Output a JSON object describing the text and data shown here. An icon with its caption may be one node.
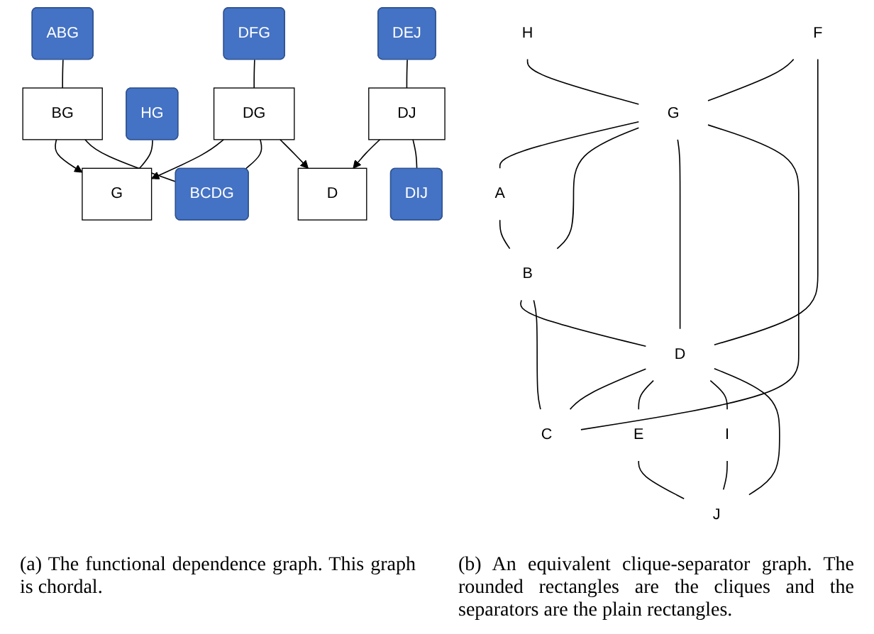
{
  "diagram": {
    "nodes": [
      {
        "text": [
          "H"
        ]
      },
      {
        "text": [
          "A"
        ]
      },
      {
        "text": [
          "G"
        ]
      },
      {
        "text": [
          "B"
        ]
      },
      {
        "text": [
          "F"
        ]
      },
      {
        "text": [
          "D"
        ]
      },
      {
        "text": [
          "C"
        ]
      },
      {
        "text": [
          "E"
        ]
      },
      {
        "text": [
          "I"
        ]
      },
      {
        "text": [
          "J"
        ]
      },
      {
        "text": [
          "ABG"
        ]
      },
      {
        "text": [
          "HG"
        ]
      },
      {
        "text": [
          "G"
        ]
      },
      {
        "text": [
          "BG"
        ]
      },
      {
        "text": [
          "DFG"
        ]
      },
      {
        "text": [
          "DG"
        ]
      },
      {
        "text": [
          "BCDG"
        ]
      },
      {
        "text": [
          "D"
        ]
      },
      {
        "text": [
          "DEJ"
        ]
      },
      {
        "text": [
          "DJ"
        ]
      },
      {
        "text": [
          "DIJ"
        ]
      }
    ],
    "edges": [
      {
        "from": 0,
        "to": 2,
        "arrow": "none"
      },
      {
        "from": 2,
        "to": 1,
        "arrow": "none"
      },
      {
        "from": 1,
        "to": 3,
        "arrow": "none"
      },
      {
        "from": 2,
        "to": 3,
        "arrow": "none"
      },
      {
        "from": 4,
        "to": 2,
        "arrow": "none"
      },
      {
        "from": 4,
        "to": 5,
        "arrow": "none"
      },
      {
        "from": 2,
        "to": 5,
        "arrow": "none"
      },
      {
        "from": 2,
        "to": 6,
        "arrow": "none"
      },
      {
        "from": 3,
        "to": 5,
        "arrow": "none"
      },
      {
        "from": 3,
        "to": 6,
        "arrow": "none"
      },
      {
        "from": 5,
        "to": 6,
        "arrow": "none"
      },
      {
        "from": 5,
        "to": 7,
        "arrow": "none"
      },
      {
        "from": 5,
        "to": 8,
        "arrow": "none"
      },
      {
        "from": 5,
        "to": 9,
        "arrow": "none"
      },
      {
        "from": 7,
        "to": 9,
        "arrow": "none"
      },
      {
        "from": 8,
        "to": 9,
        "arrow": "none"
      },
      {
        "from": 11,
        "to": 12,
        "arrow": "none"
      },
      {
        "from": 13,
        "to": 12,
        "arrow": "to"
      },
      {
        "from": 10,
        "to": 13,
        "arrow": "none"
      },
      {
        "from": 13,
        "to": 16,
        "arrow": "none"
      },
      {
        "from": 15,
        "to": 12,
        "arrow": "to"
      },
      {
        "from": 14,
        "to": 15,
        "arrow": "none"
      },
      {
        "from": 15,
        "to": 16,
        "arrow": "none"
      },
      {
        "from": 15,
        "to": 17,
        "arrow": "to"
      },
      {
        "from": 19,
        "to": 17,
        "arrow": "to"
      },
      {
        "from": 18,
        "to": 19,
        "arrow": "none"
      },
      {
        "from": 19,
        "to": 20,
        "arrow": "none"
      }
    ],
    "labels": [
      "(a) The functional dependence graph. This graph is chordal.",
      "(b) An equivalent clique-separator graph. The rounded rectangles are the cliques and the separators are the plain rectangles."
    ]
  }
}
